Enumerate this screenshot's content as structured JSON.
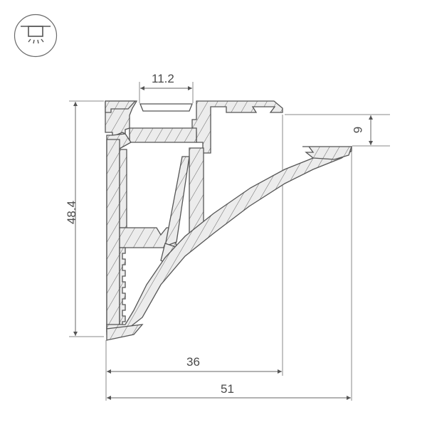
{
  "diagram": {
    "type": "profile-cross-section",
    "icon": {
      "name": "ceiling-light-icon",
      "description": "recessed ceiling light fixture with downward rays"
    },
    "colors": {
      "outline": "#555555",
      "fill": "#ececec",
      "hatch": "#666666",
      "dimension_line": "#777777",
      "text": "#4a4a4a"
    },
    "dimensions": {
      "top_opening_width": "11.2",
      "total_height": "48.4",
      "right_step_height": "6",
      "inner_width": "36",
      "total_width": "51"
    }
  }
}
